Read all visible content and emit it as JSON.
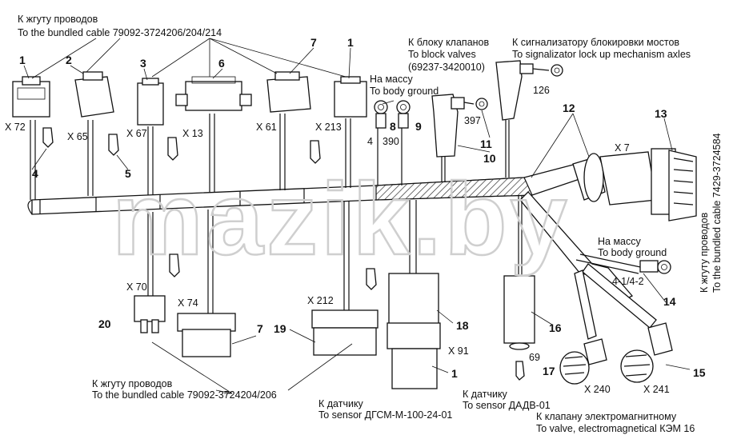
{
  "watermark": "mazik.by",
  "captions": {
    "top_left_ru": "К жгуту проводов",
    "top_left_en": "To the bundled cable 79092-3724206/204/214",
    "valves_ru": "К блоку клапанов",
    "valves_en": "To block valves",
    "valves_code": "(69237-3420010)",
    "axles_ru": "К сигнализатору блокировки мостов",
    "axles_en": "To signalizator lock up mechanism axles",
    "ground_top_ru": "На массу",
    "ground_top_en": "To body ground",
    "ground_right_ru": "На массу",
    "ground_right_en": "To body ground",
    "right_vertical_ru": "К жгуту проводов",
    "right_vertical_en": "To the bundled cable 7429-3724584",
    "bottom_left_ru": "К жгуту проводов",
    "bottom_left_en": "To the bundled cable 79092-3724204/206",
    "sensor1_ru": "К датчику",
    "sensor1_en": "To sensor ДГСМ-М-100-24-01",
    "sensor2_ru": "К датчику",
    "sensor2_en": "To sensor ДАДВ-01",
    "valve_ru": "К клапану электромагнитному",
    "valve_en": "To valve, electromagnetical КЭМ 16"
  },
  "connectors": {
    "x72": "X 72",
    "x65": "X 65",
    "x67": "X 67",
    "x13": "X 13",
    "x61": "X 61",
    "x213": "X 213",
    "x7": "X 7",
    "x70": "X 70",
    "x74": "X 74",
    "x212": "X 212",
    "x91": "X 91",
    "x240": "X 240",
    "x241": "X 241"
  },
  "wire_codes": {
    "w4": "4",
    "w390": "390",
    "w397": "397",
    "w126": "126",
    "w69": "69",
    "w4_1_4_2": "4-1/4-2"
  },
  "callouts": {
    "c1a": "1",
    "c2": "2",
    "c3": "3",
    "c6": "6",
    "c7a": "7",
    "c1b": "1",
    "c4": "4",
    "c5": "5",
    "c8": "8",
    "c9": "9",
    "c11": "11",
    "c10": "10",
    "c12": "12",
    "c13": "13",
    "c14": "14",
    "c15": "15",
    "c16": "16",
    "c17": "17",
    "c18": "18",
    "c19": "19",
    "c20": "20",
    "c7b": "7",
    "c1c": "1"
  }
}
